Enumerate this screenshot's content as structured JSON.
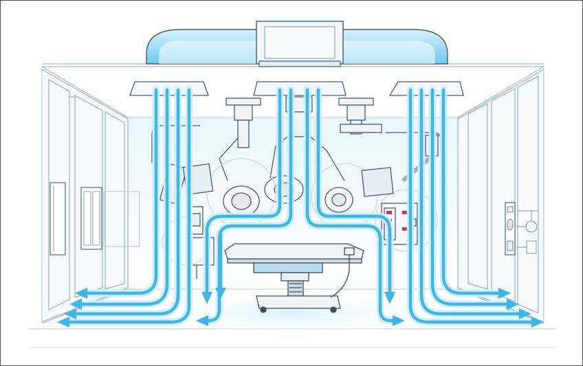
{
  "scene": {
    "subject": "operating-room-laminar-airflow",
    "colors": {
      "airflow": "#3fb6e6",
      "airflow_dark": "#1f8fc4",
      "airflow_glow": "#cfeefb",
      "line": "#5b6b78",
      "line_light": "#aab8c3",
      "fill_light": "#eef6fa",
      "monitor": "#e4eef4",
      "panel_red": "#d23a3a"
    },
    "icons": [
      "ceiling-plenum",
      "ceiling-diffuser",
      "surgical-light",
      "equipment-boom",
      "monitor",
      "operating-table",
      "wall-control-panel",
      "door",
      "airflow-arrow"
    ]
  }
}
